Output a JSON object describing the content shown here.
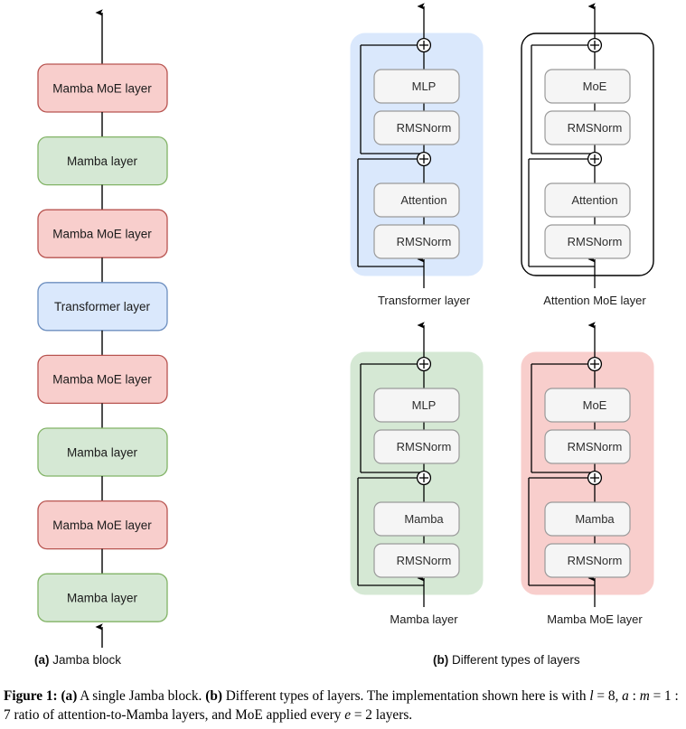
{
  "figure": {
    "caption_prefix": "Figure 1:",
    "caption_a_tag": "(a)",
    "caption_a_text": " A single Jamba block. ",
    "caption_b_tag": "(b)",
    "caption_b_text": " Different types of layers. The implementation shown here is with ",
    "caption_math_l": "l",
    "caption_eq1": " = 8, ",
    "caption_math_a": "a",
    "caption_colon1": " : ",
    "caption_math_m": "m",
    "caption_eq2": " = 1 : 7 ratio of attention-to-Mamba layers, and MoE applied every ",
    "caption_math_e": "e",
    "caption_eq3": " = 2 layers."
  },
  "subcaptions": {
    "a_tag": "(a)",
    "a_label": "Jamba block",
    "b_tag": "(b)",
    "b_label": "Different types of layers"
  },
  "colors": {
    "red_fill": "#f8cecc",
    "red_stroke": "#b85450",
    "green_fill": "#d5e8d4",
    "green_stroke": "#82b366",
    "blue_fill": "#dae8fc",
    "blue_stroke": "#6c8ebf",
    "white_fill": "#ffffff",
    "black_stroke": "#000000",
    "inner_fill": "#f5f5f5",
    "inner_stroke": "#9a9a9a",
    "line": "#000000"
  },
  "panel_a": {
    "name": "Jamba block",
    "layers": [
      {
        "label": "Mamba MoE layer",
        "type": "mamba-moe",
        "fill": "#f8cecc",
        "stroke": "#b85450"
      },
      {
        "label": "Mamba layer",
        "type": "mamba",
        "fill": "#d5e8d4",
        "stroke": "#82b366"
      },
      {
        "label": "Mamba MoE layer",
        "type": "mamba-moe",
        "fill": "#f8cecc",
        "stroke": "#b85450"
      },
      {
        "label": "Transformer layer",
        "type": "transformer",
        "fill": "#dae8fc",
        "stroke": "#6c8ebf"
      },
      {
        "label": "Mamba MoE layer",
        "type": "mamba-moe",
        "fill": "#f8cecc",
        "stroke": "#b85450"
      },
      {
        "label": "Mamba layer",
        "type": "mamba",
        "fill": "#d5e8d4",
        "stroke": "#82b366"
      },
      {
        "label": "Mamba MoE layer",
        "type": "mamba-moe",
        "fill": "#f8cecc",
        "stroke": "#b85450"
      },
      {
        "label": "Mamba layer",
        "type": "mamba",
        "fill": "#d5e8d4",
        "stroke": "#82b366"
      }
    ]
  },
  "panel_b": {
    "name": "Different types of layers",
    "panels": [
      {
        "caption": "Transformer layer",
        "fill": "#dae8fc",
        "stroke": "#dae8fc",
        "top_block": "MLP",
        "top_norm": "RMSNorm",
        "bottom_block": "Attention",
        "bottom_norm": "RMSNorm",
        "adders": [
          "plus",
          "plus"
        ]
      },
      {
        "caption": "Attention MoE layer",
        "fill": "#ffffff",
        "stroke": "#000000",
        "top_block": "MoE",
        "top_norm": "RMSNorm",
        "bottom_block": "Attention",
        "bottom_norm": "RMSNorm",
        "adders": [
          "plus",
          "plus"
        ]
      },
      {
        "caption": "Mamba layer",
        "fill": "#d5e8d4",
        "stroke": "#d5e8d4",
        "top_block": "MLP",
        "top_norm": "RMSNorm",
        "bottom_block": "Mamba",
        "bottom_norm": "RMSNorm",
        "adders": [
          "plus",
          "plus"
        ]
      },
      {
        "caption": "Mamba MoE layer",
        "fill": "#f8cecc",
        "stroke": "#f8cecc",
        "top_block": "MoE",
        "top_norm": "RMSNorm",
        "bottom_block": "Mamba",
        "bottom_norm": "RMSNorm",
        "adders": [
          "plus",
          "plus"
        ]
      }
    ]
  }
}
